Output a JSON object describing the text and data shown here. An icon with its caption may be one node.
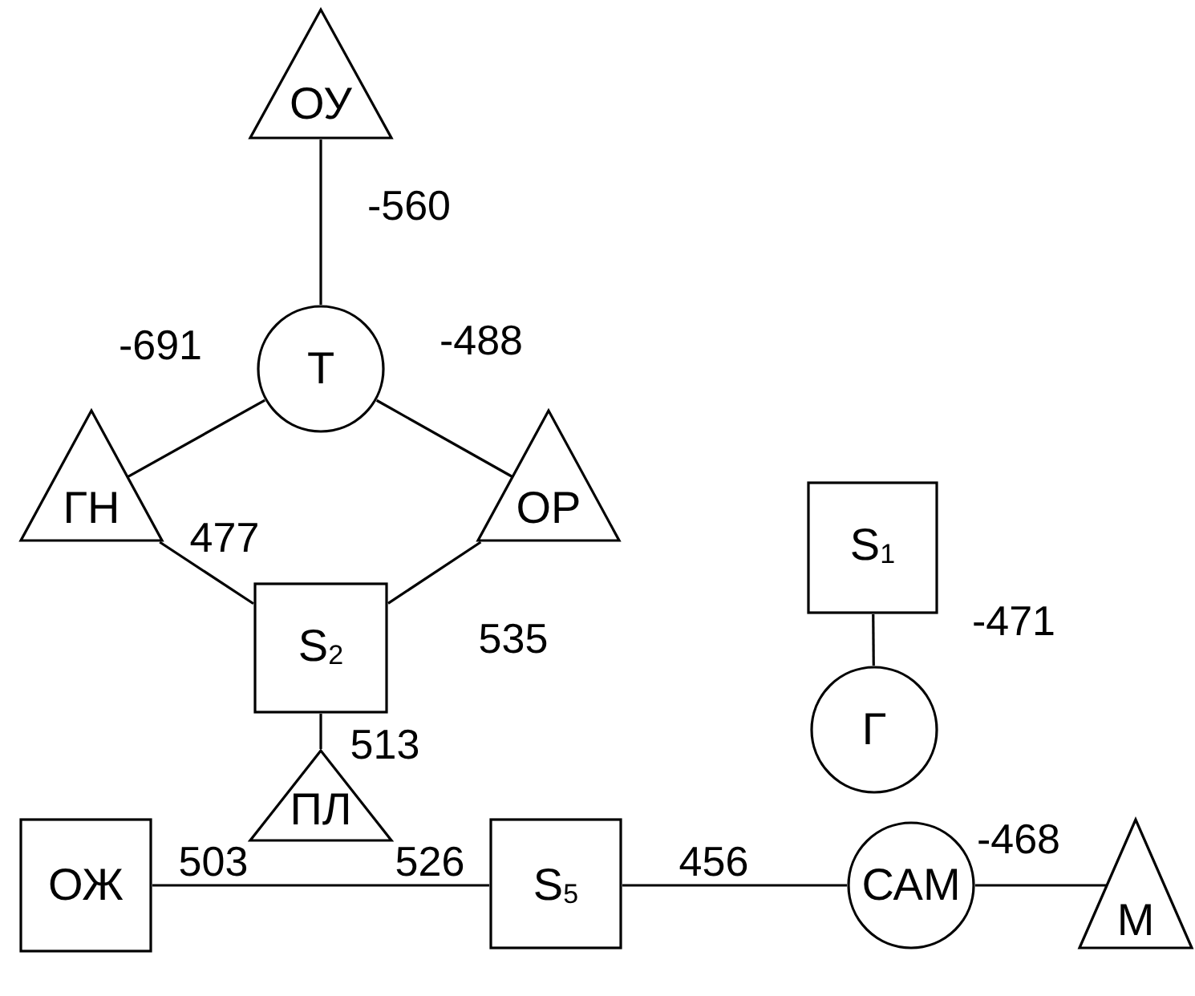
{
  "diagram": {
    "nodes": [
      {
        "text": [
          "ОУ"
        ]
      },
      {
        "text": [
          "Т"
        ]
      },
      {
        "text": [
          "ГН"
        ]
      },
      {
        "text": [
          "ОР"
        ]
      },
      {
        "text": [
          "S$_{1}$"
        ]
      },
      {
        "text": [
          "S$_{2}$"
        ]
      },
      {
        "text": [
          "Г"
        ]
      },
      {
        "text": [
          "ОЖ"
        ]
      },
      {
        "text": [
          "ПЛ"
        ]
      },
      {
        "text": [
          "S$_{5}$"
        ]
      },
      {
        "text": [
          "САМ"
        ]
      },
      {
        "text": [
          "М"
        ]
      }
    ],
    "edges": [
      {
        "from": 0,
        "to": 1,
        "arrow": "none",
        "label": "-560"
      },
      {
        "from": 1,
        "to": 2,
        "arrow": "none",
        "label": "-691"
      },
      {
        "from": 1,
        "to": 3,
        "arrow": "none",
        "label": "-488"
      },
      {
        "from": 2,
        "to": 5,
        "arrow": "none",
        "label": "477"
      },
      {
        "from": 3,
        "to": 5,
        "arrow": "none",
        "label": "535"
      },
      {
        "from": 4,
        "to": 6,
        "arrow": "none",
        "label": "-471"
      },
      {
        "from": 5,
        "to": 8,
        "arrow": "none",
        "label": "513"
      },
      {
        "from": 7,
        "to": 8,
        "arrow": "none",
        "label": "503"
      },
      {
        "from": 8,
        "to": 9,
        "arrow": "none",
        "label": "526"
      },
      {
        "from": 9,
        "to": 10,
        "arrow": "none",
        "label": "456"
      },
      {
        "from": 10,
        "to": 11,
        "arrow": "none",
        "label": "-468"
      }
    ]
  }
}
